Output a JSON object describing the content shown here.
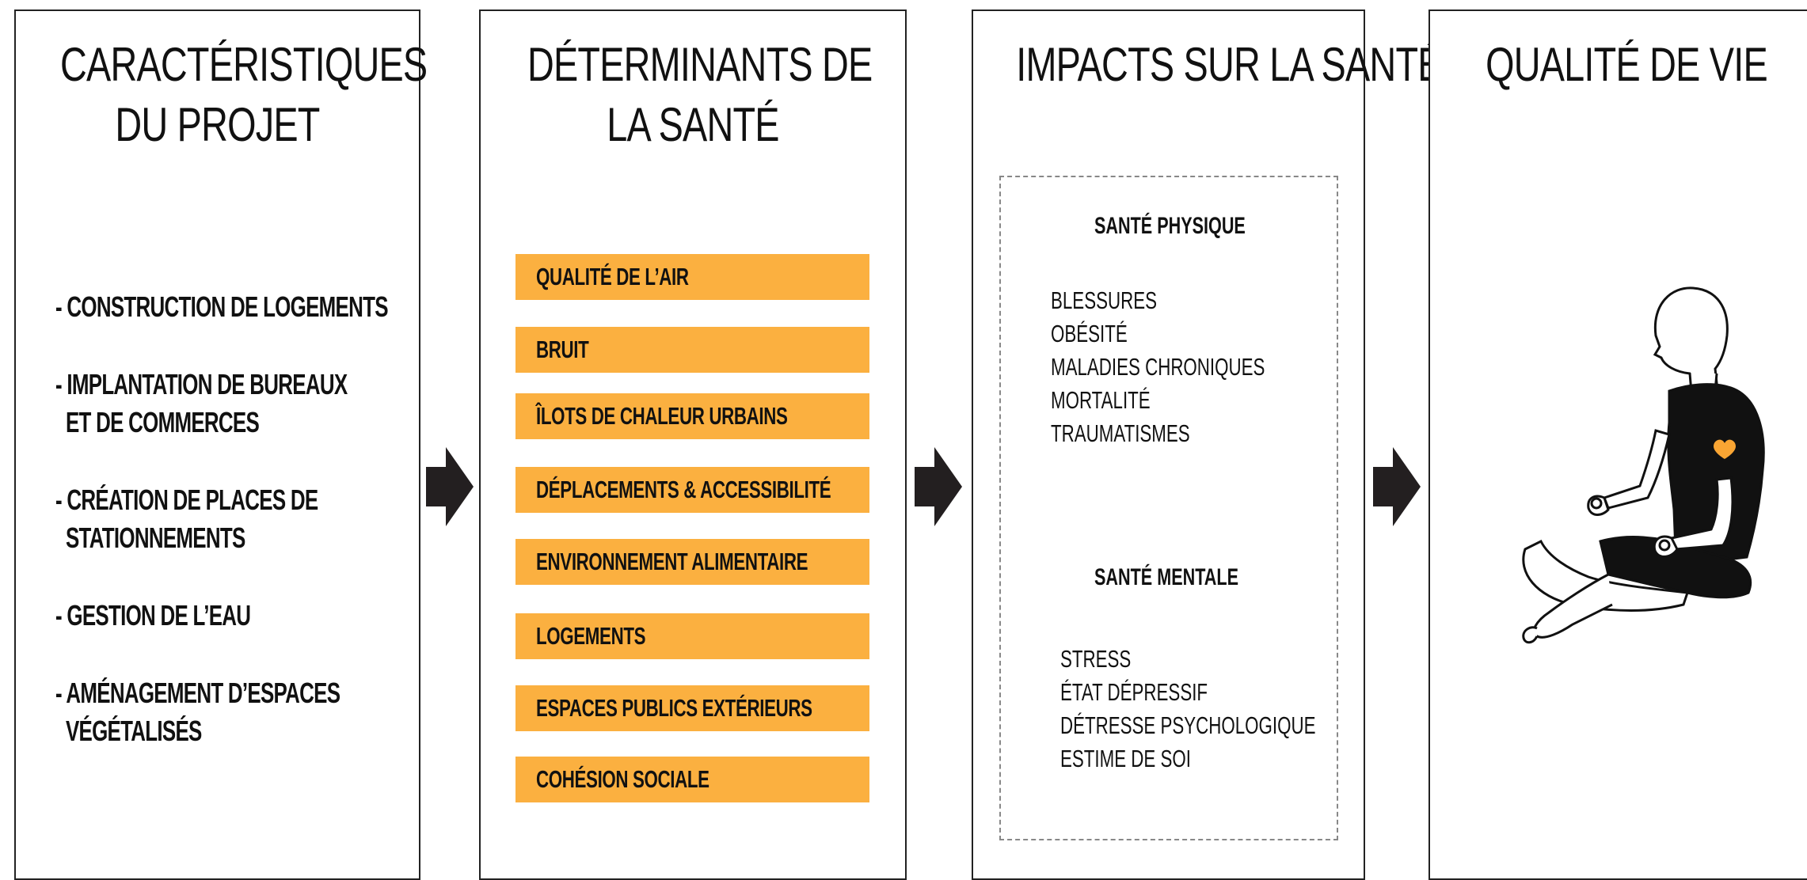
{
  "columns": {
    "project": {
      "title_l1": "CARACTÉRISTIQUES",
      "title_l2": "DU PROJET",
      "items": [
        {
          "l1": "- CONSTRUCTION DE LOGEMENTS",
          "l2": ""
        },
        {
          "l1": "- IMPLANTATION DE BUREAUX",
          "l2": "ET DE COMMERCES"
        },
        {
          "l1": "- CRÉATION DE PLACES DE",
          "l2": "STATIONNEMENTS"
        },
        {
          "l1": "- GESTION DE L’EAU",
          "l2": ""
        },
        {
          "l1": "- AMÉNAGEMENT D’ESPACES",
          "l2": "VÉGÉTALISÉS"
        }
      ]
    },
    "determinants": {
      "title_l1": "DÉTERMINANTS DE",
      "title_l2": "LA SANTÉ",
      "items": [
        "QUALITÉ DE L’AIR",
        "BRUIT",
        "ÎLOTS DE CHALEUR URBAINS",
        "DÉPLACEMENTS & ACCESSIBILITÉ",
        "ENVIRONNEMENT ALIMENTAIRE",
        "LOGEMENTS",
        "ESPACES PUBLICS EXTÉRIEURS",
        "COHÉSION SOCIALE"
      ]
    },
    "impacts": {
      "title": "IMPACTS SUR LA SANTÉ",
      "physical_heading": "SANTÉ PHYSIQUE",
      "physical_items": [
        "BLESSURES",
        "OBÉSITÉ",
        "MALADIES CHRONIQUES",
        "MORTALITÉ",
        "TRAUMATISMES"
      ],
      "mental_heading": "SANTÉ MENTALE",
      "mental_items": [
        "STRESS",
        "ÉTAT DÉPRESSIF",
        "DÉTRESSE PSYCHOLOGIQUE",
        "ESTIME DE SOI"
      ]
    },
    "quality": {
      "title": "QUALITÉ DE VIE",
      "illustration": "meditating-person-icon",
      "heart_icon": "heart-icon"
    }
  },
  "colors": {
    "accent": "#fbb040",
    "ink": "#231f20",
    "heart": "#f9a533"
  }
}
